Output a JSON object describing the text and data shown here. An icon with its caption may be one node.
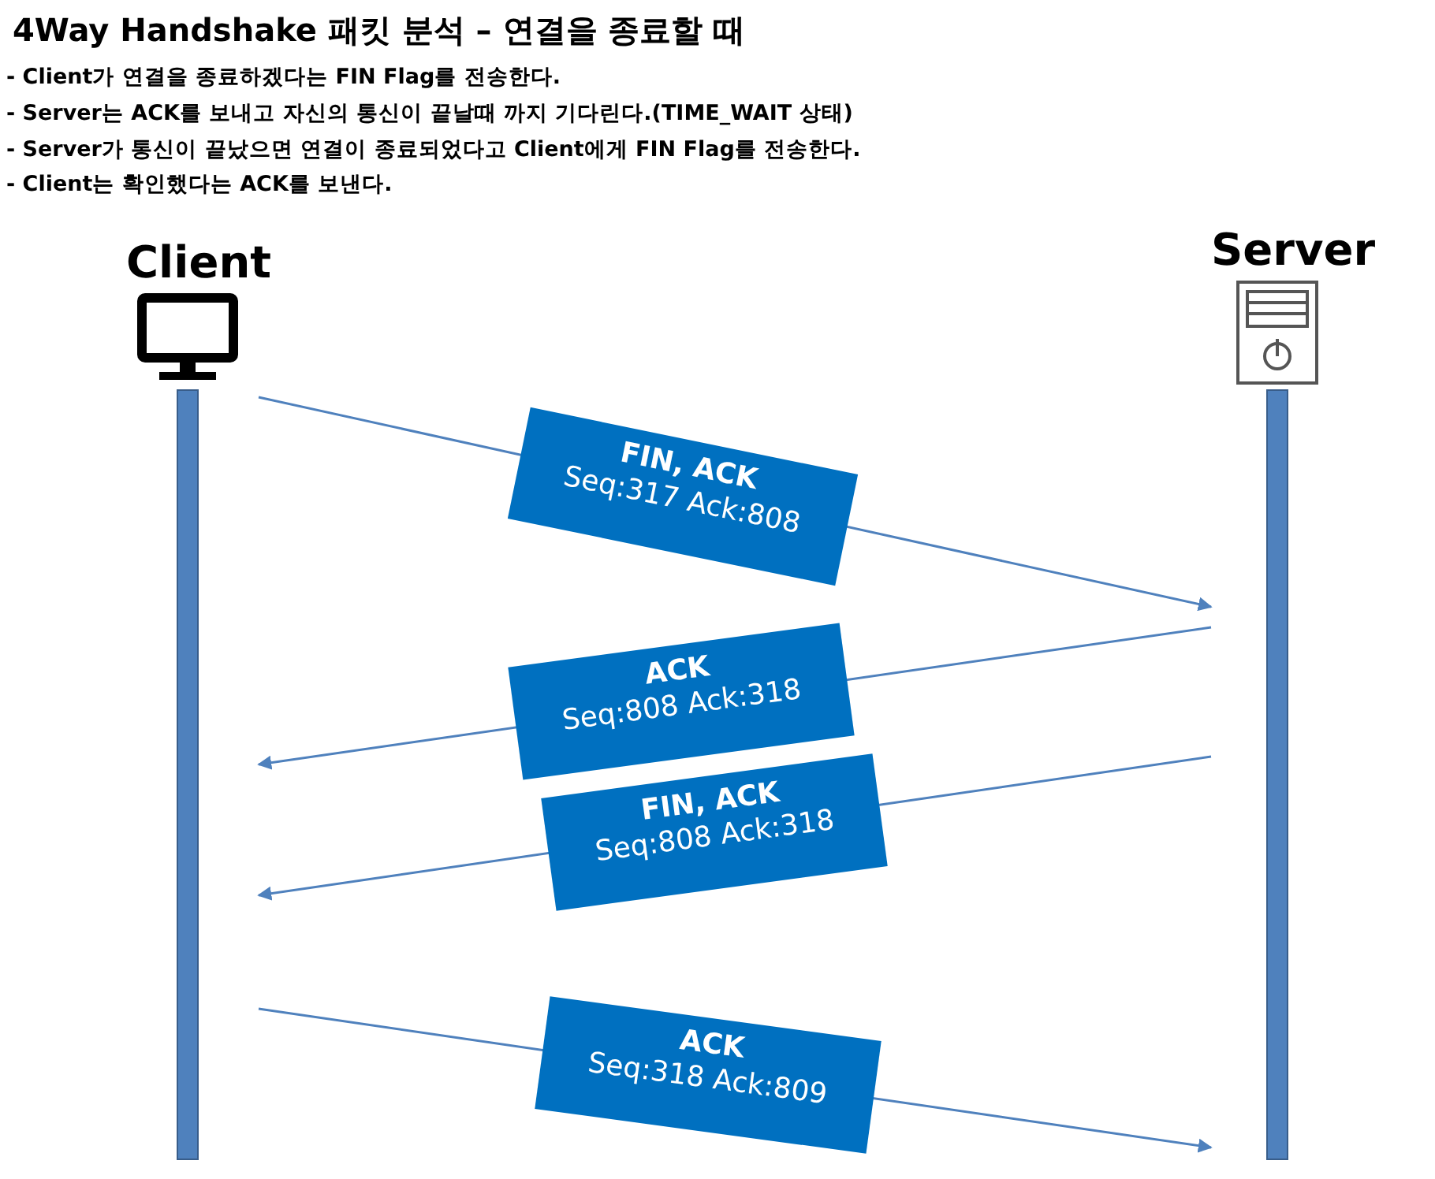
{
  "diagram": {
    "title": "4Way Handshake 패킷 분석 – 연결을 종료할 때",
    "nodes": [
      {
        "text": [
          "Client"
        ]
      },
      {
        "text": [
          "Server"
        ]
      }
    ],
    "edges": [
      {
        "from": 0,
        "to": 1,
        "arrow": "to",
        "label": "**FIN, ACK** Seq:317 Ack:808"
      },
      {
        "from": 1,
        "to": 0,
        "arrow": "to",
        "label": "**ACK** Seq:808 Ack:318"
      },
      {
        "from": 1,
        "to": 0,
        "arrow": "to",
        "label": "**FIN, ACK** Seq:808 Ack:318"
      },
      {
        "from": 0,
        "to": 1,
        "arrow": "to",
        "label": "**ACK** Seq:318 Ack:809"
      }
    ],
    "labels": [
      "- Client가 연결을 종료하겠다는 FIN Flag를 전송한다.",
      "- Server는 ACK를 보내고 자신의 통신이 끝날때 까지 기다린다.(TIME_WAIT 상태)",
      "- Server가 통신이 끝났으면 연결이 종료되었다고 Client에게 FIN Flag를 전송한다.",
      "- Client는 확인했다는 ACK를 보낸다."
    ]
  }
}
